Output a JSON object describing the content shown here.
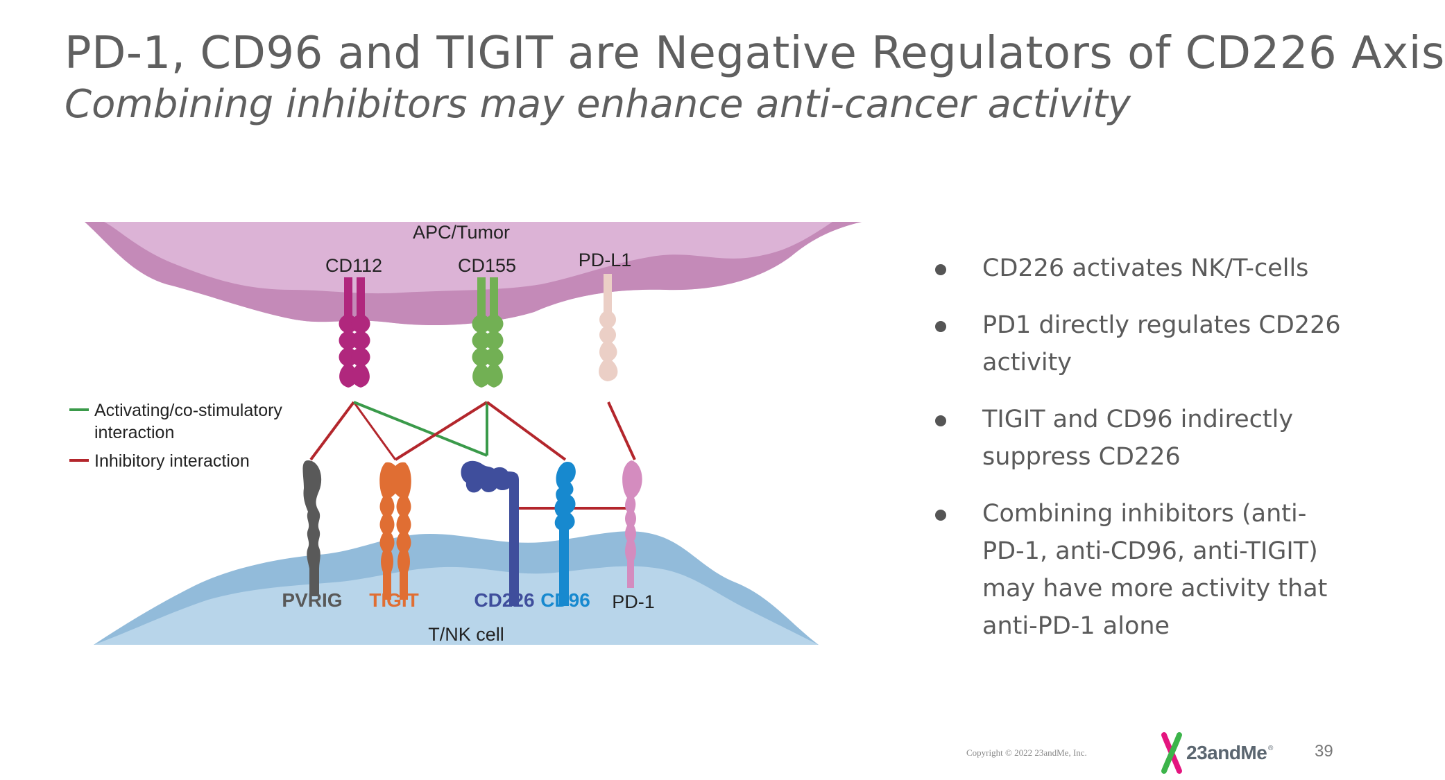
{
  "slide": {
    "title": "PD-1, CD96 and TIGIT are Negative Regulators of CD226 Axis",
    "subtitle": "Combining inhibitors may enhance anti-cancer activity",
    "page_number": "39",
    "copyright": "Copyright © 2022 23andMe, Inc.",
    "logo_text": "23andMe",
    "logo_mark": "®"
  },
  "diagram": {
    "top_cell_label": "APC/Tumor",
    "bottom_cell_label": "T/NK cell",
    "ligands": [
      "CD112",
      "CD155",
      "PD-L1"
    ],
    "receptors": [
      "PVRIG",
      "TIGIT",
      "CD226",
      "CD96",
      "PD-1"
    ],
    "legend": {
      "activating_line1": "Activating/co-stimulatory",
      "activating_line2": "interaction",
      "inhibitory": "Inhibitory interaction"
    },
    "colors": {
      "top_cell_light": "#dcb3d6",
      "top_cell_dark": "#c48ab8",
      "bottom_cell_light": "#b8d5ea",
      "bottom_cell_dark": "#92bbda",
      "cd112": "#b0277d",
      "cd155": "#72b054",
      "pdl1": "#ebcfc6",
      "pvrig": "#595959",
      "tigit": "#e06e33",
      "cd226": "#3f4e9c",
      "cd96": "#1789cf",
      "pd1": "#d48cbf",
      "activating_line": "#3a9a4a",
      "inhibitory_line": "#b3262c"
    }
  },
  "bullets": [
    "CD226 activates NK/T-cells",
    "PD1 directly regulates CD226 activity",
    "TIGIT and CD96 indirectly suppress CD226",
    "Combining inhibitors (anti-PD-1, anti-CD96, anti-TIGIT) may have more activity that anti-PD-1 alone"
  ]
}
